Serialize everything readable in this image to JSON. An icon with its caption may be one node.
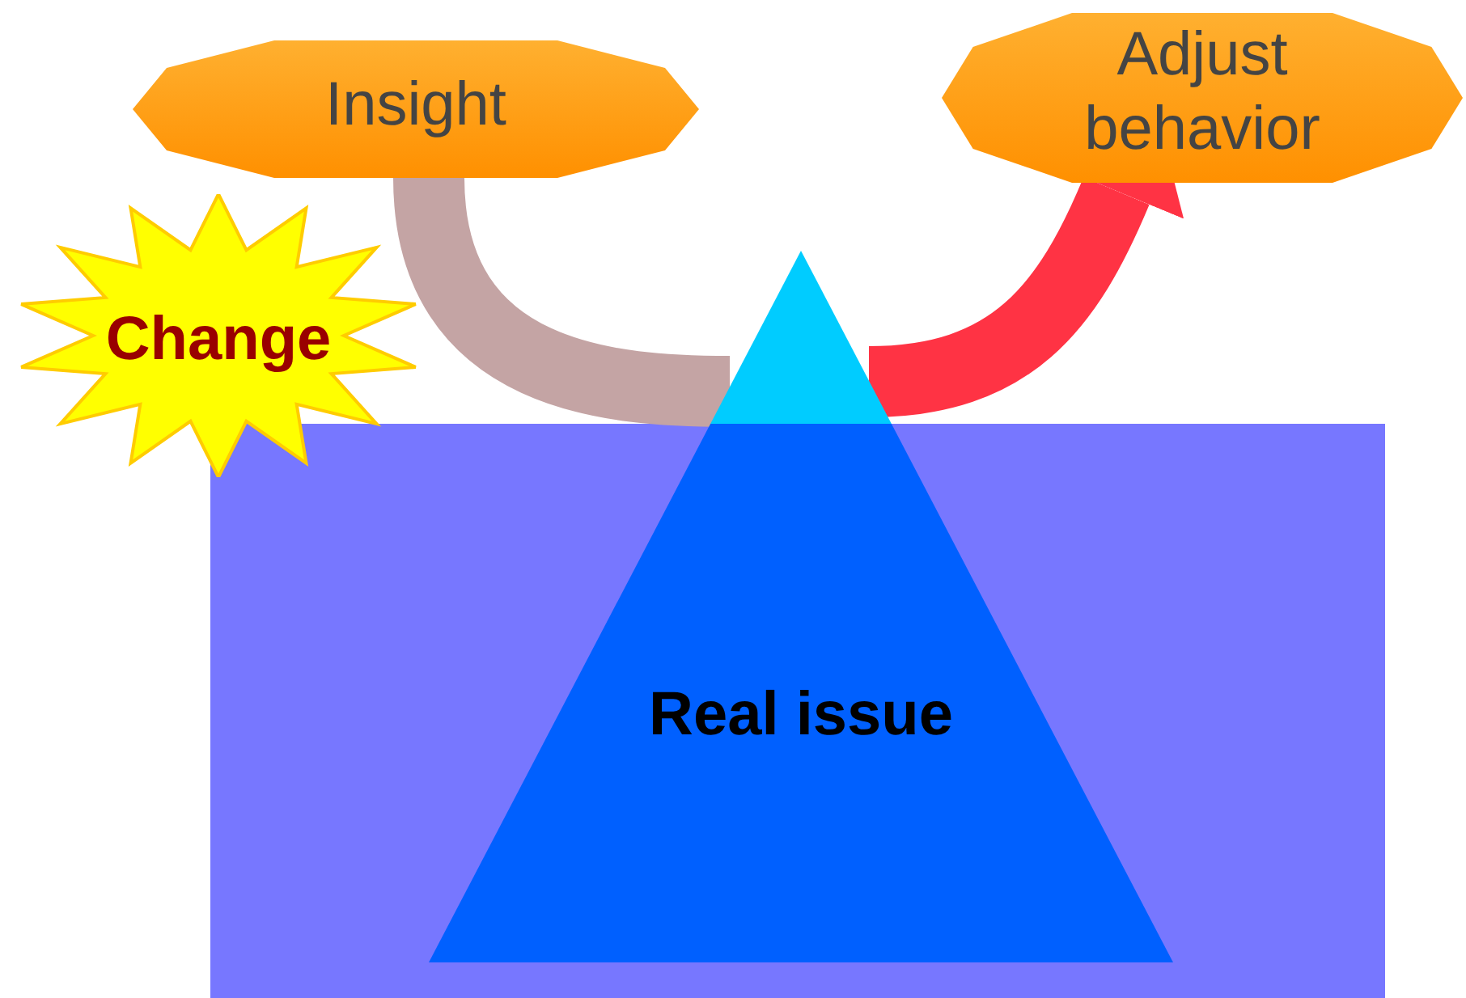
{
  "diagram": {
    "nodes": [
      {
        "text": [
          "Insight"
        ]
      },
      {
        "text": [
          "Adjust behavior"
        ]
      },
      {
        "text": [
          "Change"
        ]
      },
      {
        "text": [
          "Real issue"
        ]
      }
    ],
    "edges": [
      {
        "from": 0,
        "to": 3,
        "arrow": "none",
        "color": "#c4a4a4"
      },
      {
        "from": 3,
        "to": 1,
        "arrow": "to",
        "color": "#ff3344"
      }
    ]
  }
}
